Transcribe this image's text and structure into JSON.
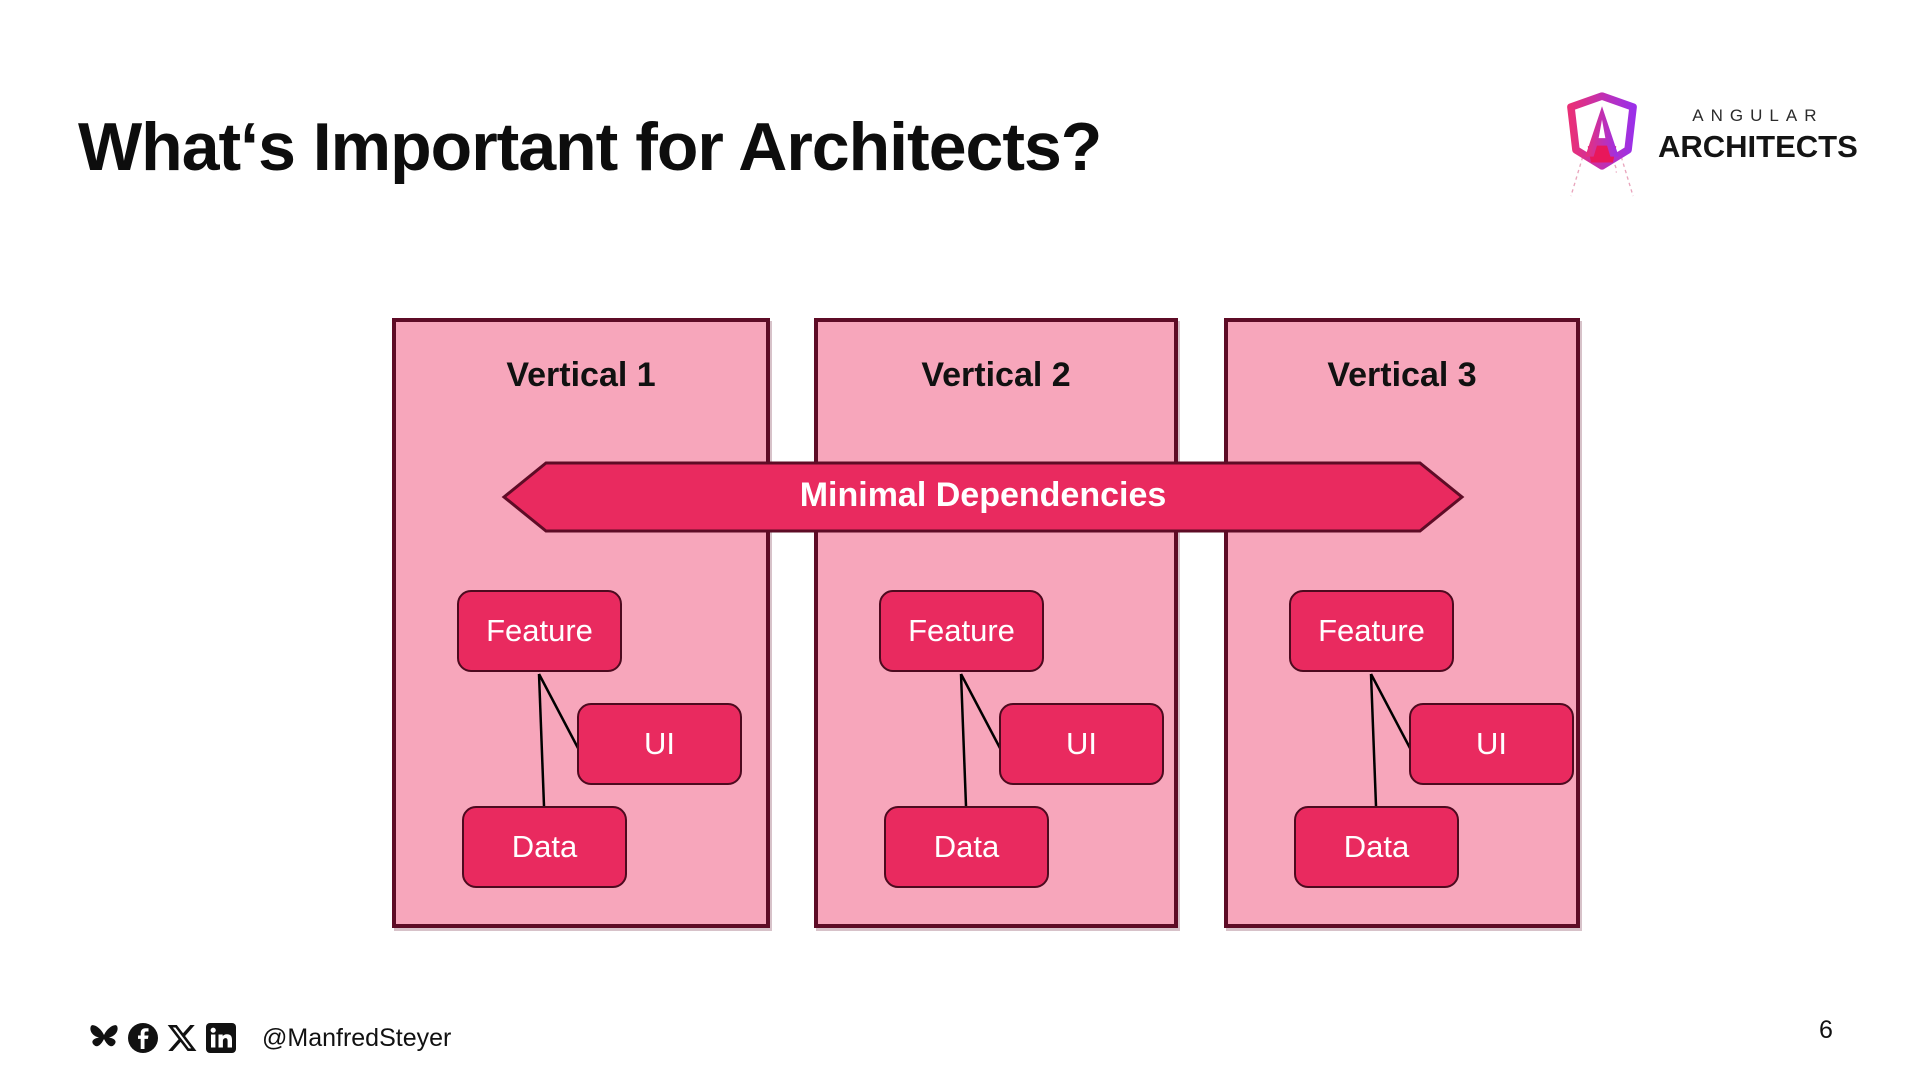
{
  "slide": {
    "title": "What‘s Important for Architects?"
  },
  "logo": {
    "icon": "angular-architects-shield-icon",
    "top_label": "ANGULAR",
    "bottom_label": "ARCHITECTS"
  },
  "diagram": {
    "arrow_label": "Minimal Dependencies",
    "verticals": [
      {
        "label": "Vertical 1",
        "feature_label": "Feature",
        "ui_label": "UI",
        "data_label": "Data"
      },
      {
        "label": "Vertical 2",
        "feature_label": "Feature",
        "ui_label": "UI",
        "data_label": "Data"
      },
      {
        "label": "Vertical 3",
        "feature_label": "Feature",
        "ui_label": "UI",
        "data_label": "Data"
      }
    ]
  },
  "footer": {
    "icons": [
      "bluesky-icon",
      "facebook-icon",
      "x-icon",
      "linkedin-icon"
    ],
    "handle": "@ManfredSteyer",
    "page_number": "6"
  },
  "colors": {
    "panel_pink": "#F7A6BB",
    "panel_border": "#5E0C26",
    "accent_crimson": "#E92A5F",
    "node_border": "#4D0A1F",
    "text_dark": "#111111",
    "text_white": "#FFFFFF",
    "logo_gradient_start": "#E93078",
    "logo_gradient_end": "#9B30E8",
    "logo_bottom_wedge": "#E8175B"
  }
}
